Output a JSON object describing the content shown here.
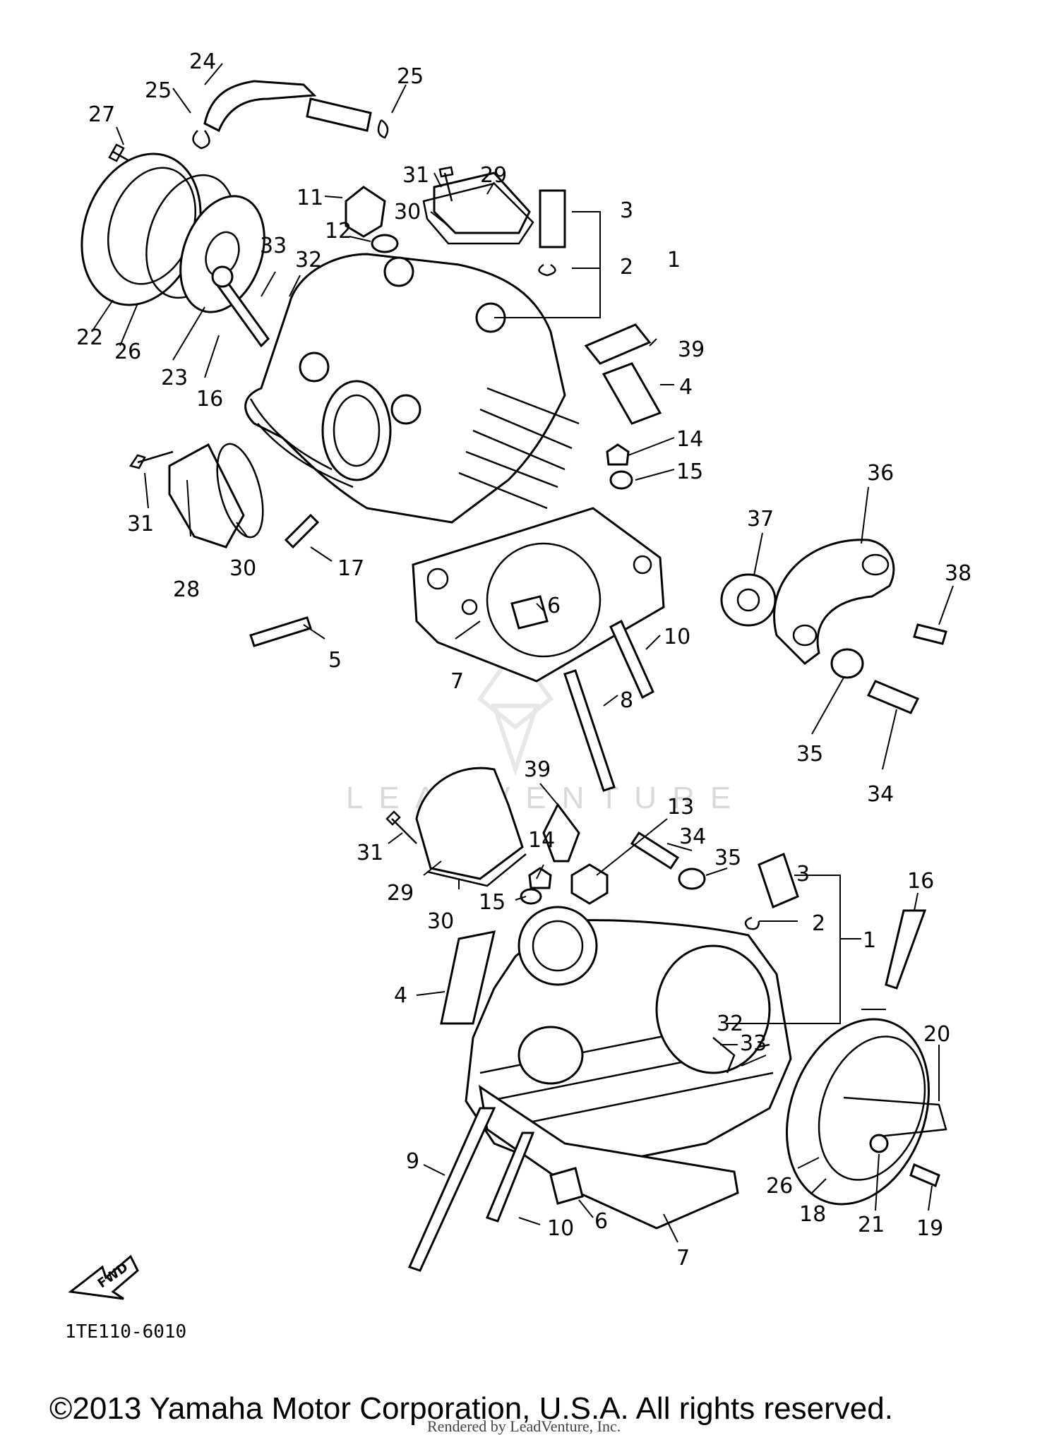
{
  "diagram": {
    "watermark": "LEADVENTURE",
    "drawing_code": "1TE110-6010",
    "direction_label": "FWD",
    "copyright": "©2013 Yamaha Motor Corporation, U.S.A. All rights reserved.",
    "rendered_by": "Rendered by LeadVenture, Inc."
  },
  "callouts": {
    "upper": {
      "c24": "24",
      "c25a": "25",
      "c25b": "25",
      "c27": "27",
      "c31a": "31",
      "c29a": "29",
      "c11": "11",
      "c30a": "30",
      "c12": "12",
      "c3a": "3",
      "c2a": "2",
      "c1a": "1",
      "c33a": "33",
      "c32a": "32",
      "c22": "22",
      "c26a": "26",
      "c23": "23",
      "c16a": "16",
      "c39a": "39",
      "c4a": "4",
      "c14a": "14",
      "c15a": "15",
      "c36": "36",
      "c37": "37",
      "c38": "38",
      "c31b": "31",
      "c30b": "30",
      "c28": "28",
      "c17": "17",
      "c6a": "6",
      "c10a": "10",
      "c5": "5",
      "c7a": "7",
      "c8": "8",
      "c35a": "35",
      "c34a": "34"
    },
    "lower": {
      "c39b": "39",
      "c13": "13",
      "c34b": "34",
      "c35b": "35",
      "c3b": "3",
      "c2b": "2",
      "c1b": "1",
      "c16b": "16",
      "c31c": "31",
      "c29b": "29",
      "c30c": "30",
      "c14b": "14",
      "c15b": "15",
      "c4b": "4",
      "c32b": "32",
      "c33b": "33",
      "c20": "20",
      "c9": "9",
      "c10b": "10",
      "c6b": "6",
      "c7b": "7",
      "c26b": "26",
      "c18": "18",
      "c21": "21",
      "c19": "19"
    }
  }
}
